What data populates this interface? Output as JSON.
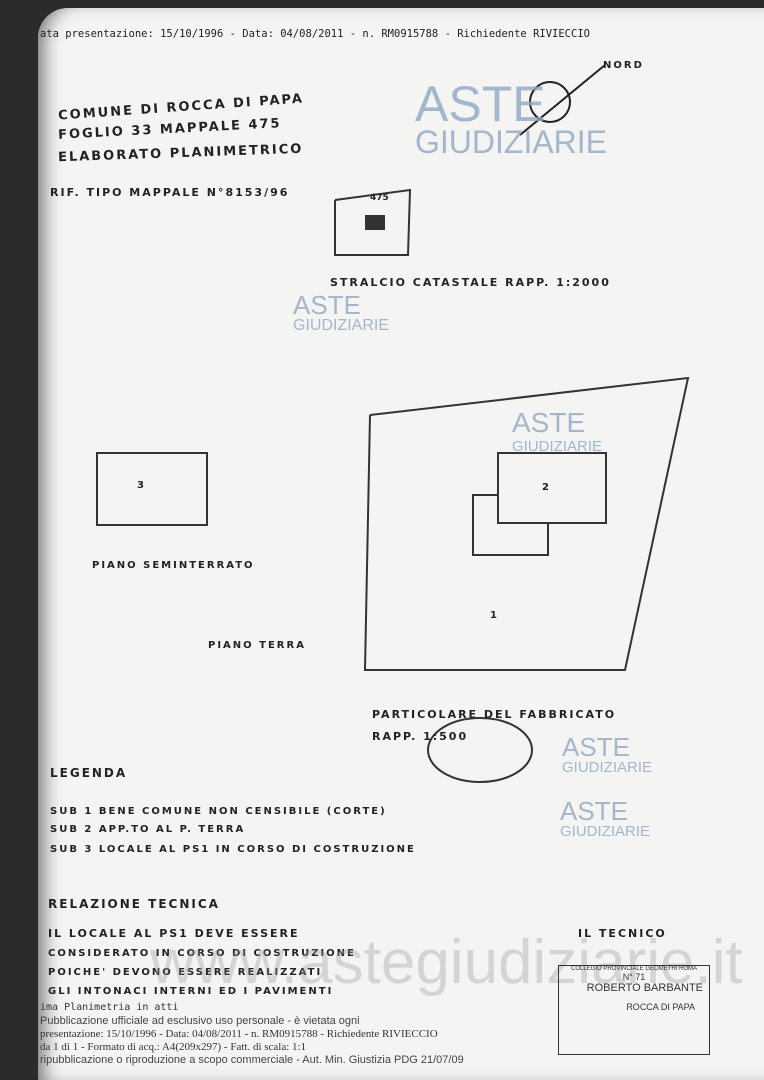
{
  "header_line": "ata presentazione: 15/10/1996 - Data: 04/08/2011 -  n. RM0915788 - Richiedente RIVIECCIO",
  "north_label": "NORD",
  "title_lines": [
    "COMUNE DI ROCCA DI PAPA",
    "FOGLIO 33 MAPPALE 475",
    "ELABORATO PLANIMETRICO"
  ],
  "ref_tipo": "RIF. TIPO MAPPALE N°8153/96",
  "stralcio_parcel": "475",
  "stralcio_label": "STRALCIO CATASTALE RAPP. 1:2000",
  "watermark": {
    "line1": "ASTE",
    "line2": "GIUDIZIARIE",
    "url": "www.astegiudiziarie.it"
  },
  "plan": {
    "sub3": "3",
    "sub2": "2",
    "sub1": "1",
    "piano_semi": "PIANO SEMINTERRATO",
    "piano_terra": "PIANO TERRA",
    "particolare": "PARTICOLARE DEL FABBRICATO",
    "scala": "RAPP. 1:500"
  },
  "legend": {
    "title": "LEGENDA",
    "items": [
      "SUB 1  BENE COMUNE NON CENSIBILE (CORTE)",
      "SUB 2  APP.TO AL P. TERRA",
      "SUB 3  LOCALE AL PS1 IN CORSO DI COSTRUZIONE"
    ]
  },
  "relazione": {
    "title": "RELAZIONE TECNICA",
    "lines": [
      "IL LOCALE AL PS1 DEVE ESSERE",
      "CONSIDERATO IN CORSO DI COSTRUZIONE",
      "POICHE' DEVONO ESSERE REALIZZATI",
      "GLI INTONACI INTERNI ED I PAVIMENTI"
    ],
    "tecnico": "IL TECNICO"
  },
  "stamp": {
    "line1": "COLLEGIO PROVINCIALE GEOMETRI ROMA",
    "line2": "N° 71",
    "line3": "ROBERTO BARBANTE",
    "line4": "ROCCA DI PAPA"
  },
  "footer": {
    "planimetria": "ima Planimetria in atti",
    "line1": "presentazione: 15/10/1996 - Data: 04/08/2011 - n. RM0915788 - Richiedente RIVIECCIO",
    "line2": "da 1 di 1 - Formato di acq.: A4(209x297) - Fatt. di scala: 1:1"
  },
  "notice": [
    "Pubblicazione ufficiale ad esclusivo uso personale - è vietata ogni",
    "ripubblicazione o riproduzione a scopo commerciale - Aut. Min. Giustizia PDG 21/07/09"
  ]
}
